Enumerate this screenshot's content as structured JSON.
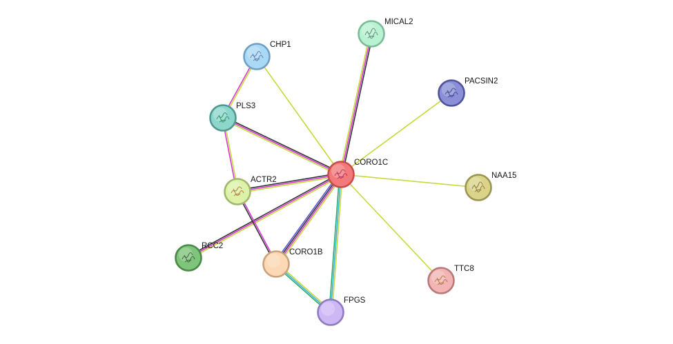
{
  "nodes": [
    {
      "id": "CORO1C",
      "label": "CORO1C",
      "color": "#f27a7a",
      "stroke": "#c94c4c",
      "glyph": "#b02a5a",
      "center": true
    },
    {
      "id": "CHP1",
      "label": "CHP1",
      "color": "#a9d9f5",
      "stroke": "#6f9fc2",
      "glyph": "#5a6fa8"
    },
    {
      "id": "MICAL2",
      "label": "MICAL2",
      "color": "#b8f2d2",
      "stroke": "#7cba98",
      "glyph": "#5a7a6a"
    },
    {
      "id": "PACSIN2",
      "label": "PACSIN2",
      "color": "#8a8fd8",
      "stroke": "#4f549a",
      "glyph": "#3a3f8a"
    },
    {
      "id": "PLS3",
      "label": "PLS3",
      "color": "#8cd6cc",
      "stroke": "#4f9990",
      "glyph": "#2a8a5a"
    },
    {
      "id": "NAA15",
      "label": "NAA15",
      "color": "#d9d48a",
      "stroke": "#9a9550",
      "glyph": "#8a6a2a"
    },
    {
      "id": "ACTR2",
      "label": "ACTR2",
      "color": "#ddf2a8",
      "stroke": "#9fb86a",
      "glyph": "#a8702a"
    },
    {
      "id": "RCC2",
      "label": "RCC2",
      "color": "#7ec47a",
      "stroke": "#4a8a46",
      "glyph": "#3a5a3a"
    },
    {
      "id": "CORO1B",
      "label": "CORO1B",
      "color": "#fcd8b4",
      "stroke": "#c9a27e",
      "glyph": null
    },
    {
      "id": "TTC8",
      "label": "TTC8",
      "color": "#f2b4b4",
      "stroke": "#b87878",
      "glyph": "#b0702a"
    },
    {
      "id": "FPGS",
      "label": "FPGS",
      "color": "#cdb8f5",
      "stroke": "#8f7ac2",
      "glyph": null
    }
  ],
  "edges": [
    {
      "source": "CORO1C",
      "target": "MICAL2",
      "colors": [
        "#c6d83a",
        "#d13ad1",
        "#333333"
      ]
    },
    {
      "source": "CORO1C",
      "target": "CHP1",
      "colors": [
        "#c6d83a"
      ]
    },
    {
      "source": "CORO1C",
      "target": "PACSIN2",
      "colors": [
        "#c6d83a"
      ]
    },
    {
      "source": "CORO1C",
      "target": "NAA15",
      "colors": [
        "#c6d83a"
      ]
    },
    {
      "source": "CORO1C",
      "target": "TTC8",
      "colors": [
        "#c6d83a"
      ]
    },
    {
      "source": "CORO1C",
      "target": "PLS3",
      "colors": [
        "#c6d83a",
        "#d13ad1",
        "#333333"
      ]
    },
    {
      "source": "CORO1C",
      "target": "ACTR2",
      "colors": [
        "#c6d83a",
        "#d13ad1",
        "#333333"
      ]
    },
    {
      "source": "CORO1C",
      "target": "RCC2",
      "colors": [
        "#c6d83a",
        "#d13ad1",
        "#333333"
      ]
    },
    {
      "source": "CORO1C",
      "target": "CORO1B",
      "colors": [
        "#c6d83a",
        "#d13ad1",
        "#333333",
        "#5a5ad8"
      ]
    },
    {
      "source": "CORO1C",
      "target": "FPGS",
      "colors": [
        "#c6d83a",
        "#3ab0d8",
        "#2aa86a"
      ]
    },
    {
      "source": "CHP1",
      "target": "PLS3",
      "colors": [
        "#c6d83a",
        "#d13ad1"
      ]
    },
    {
      "source": "PLS3",
      "target": "ACTR2",
      "colors": [
        "#c6d83a",
        "#d13ad1"
      ]
    },
    {
      "source": "ACTR2",
      "target": "CORO1B",
      "colors": [
        "#d13ad1",
        "#333333"
      ]
    },
    {
      "source": "CORO1B",
      "target": "FPGS",
      "colors": [
        "#c6d83a",
        "#3ab0d8",
        "#2aa86a"
      ]
    }
  ]
}
